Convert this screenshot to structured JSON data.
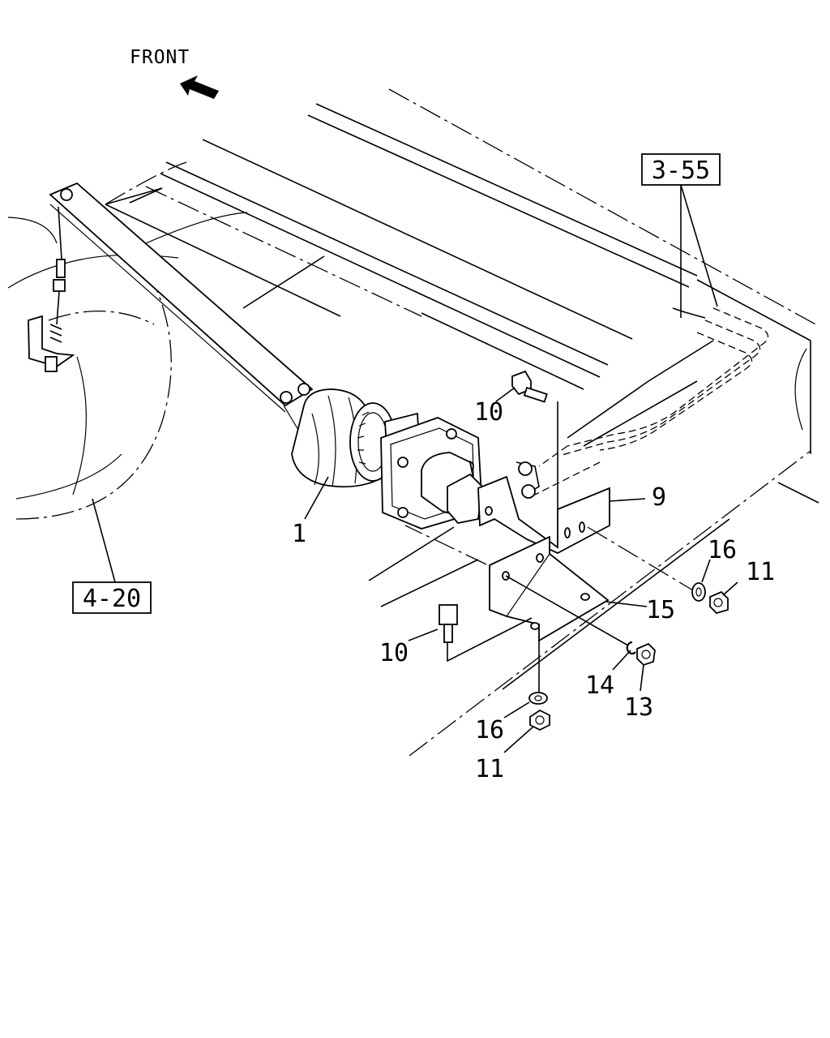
{
  "header": {
    "direction_label": "FRONT"
  },
  "references": [
    {
      "id": "ref-3-55",
      "text": "3-55"
    },
    {
      "id": "ref-4-20",
      "text": "4-20"
    }
  ],
  "callouts": [
    {
      "id": "c1",
      "text": "1"
    },
    {
      "id": "c9",
      "text": "9"
    },
    {
      "id": "c10a",
      "text": "10"
    },
    {
      "id": "c10b",
      "text": "10"
    },
    {
      "id": "c11a",
      "text": "11"
    },
    {
      "id": "c11b",
      "text": "11"
    },
    {
      "id": "c13",
      "text": "13"
    },
    {
      "id": "c14",
      "text": "14"
    },
    {
      "id": "c15",
      "text": "15"
    },
    {
      "id": "c16a",
      "text": "16"
    },
    {
      "id": "c16b",
      "text": "16"
    }
  ],
  "colors": {
    "line": "#000000",
    "background": "#ffffff"
  }
}
